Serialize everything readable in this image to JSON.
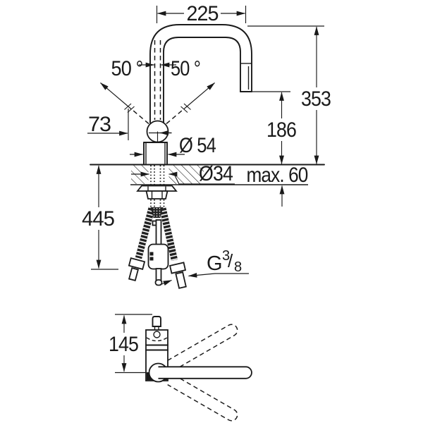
{
  "drawing": {
    "title": "Kitchen faucet dimensional drawing (pull-out spray, side and top views)",
    "units": "mm",
    "line_color": "#1a1a1a",
    "background_color": "#ffffff"
  },
  "labels": {
    "spout_reach": "225",
    "lever_angle_left": "50 °",
    "lever_angle_right": "50 °",
    "lever_offset": "73",
    "body_diameter": "Ø 54",
    "total_height": "353",
    "outlet_height": "186",
    "counter_thickness": "max. 60",
    "shank_diameter": "Ø34",
    "hose_drop": "445",
    "thread_g": "G",
    "thread_numerator": "3",
    "thread_slash": "/",
    "thread_denominator": "8",
    "top_view_height": "145"
  }
}
